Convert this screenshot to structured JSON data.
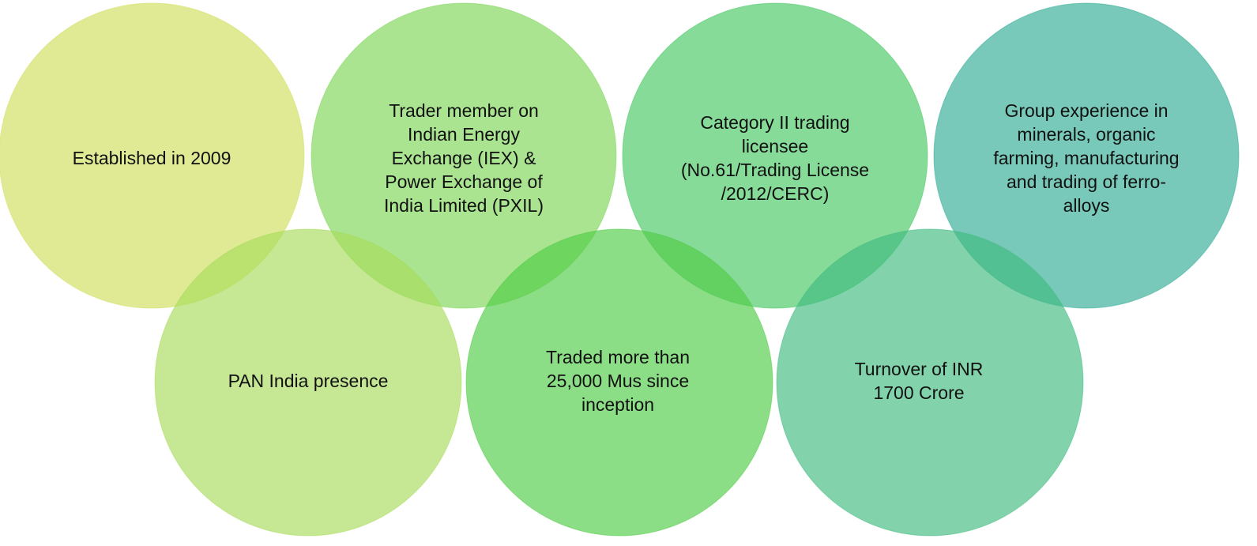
{
  "circles": [
    {
      "text": "Established in 2009",
      "color": "#cfde5c"
    },
    {
      "text": "Trader member on Indian Energy Exchange (IEX) & Power Exchange of India Limited (PXIL)",
      "color": "#7dd656"
    },
    {
      "text": "Category II trading licensee (No.61/Trading License /2012/CERC)",
      "color": "#45c862"
    },
    {
      "text": "Group experience in minerals, organic farming, manufacturing and trading of ferro-alloys",
      "color": "#2fac93"
    },
    {
      "text": "PAN India presence",
      "color": "#a8dc5a"
    },
    {
      "text": "Traded more than 25,000 Mus since inception",
      "color": "#4fcc45"
    },
    {
      "text": "Turnover of INR 1700 Crore",
      "color": "#3fbb7f"
    }
  ]
}
